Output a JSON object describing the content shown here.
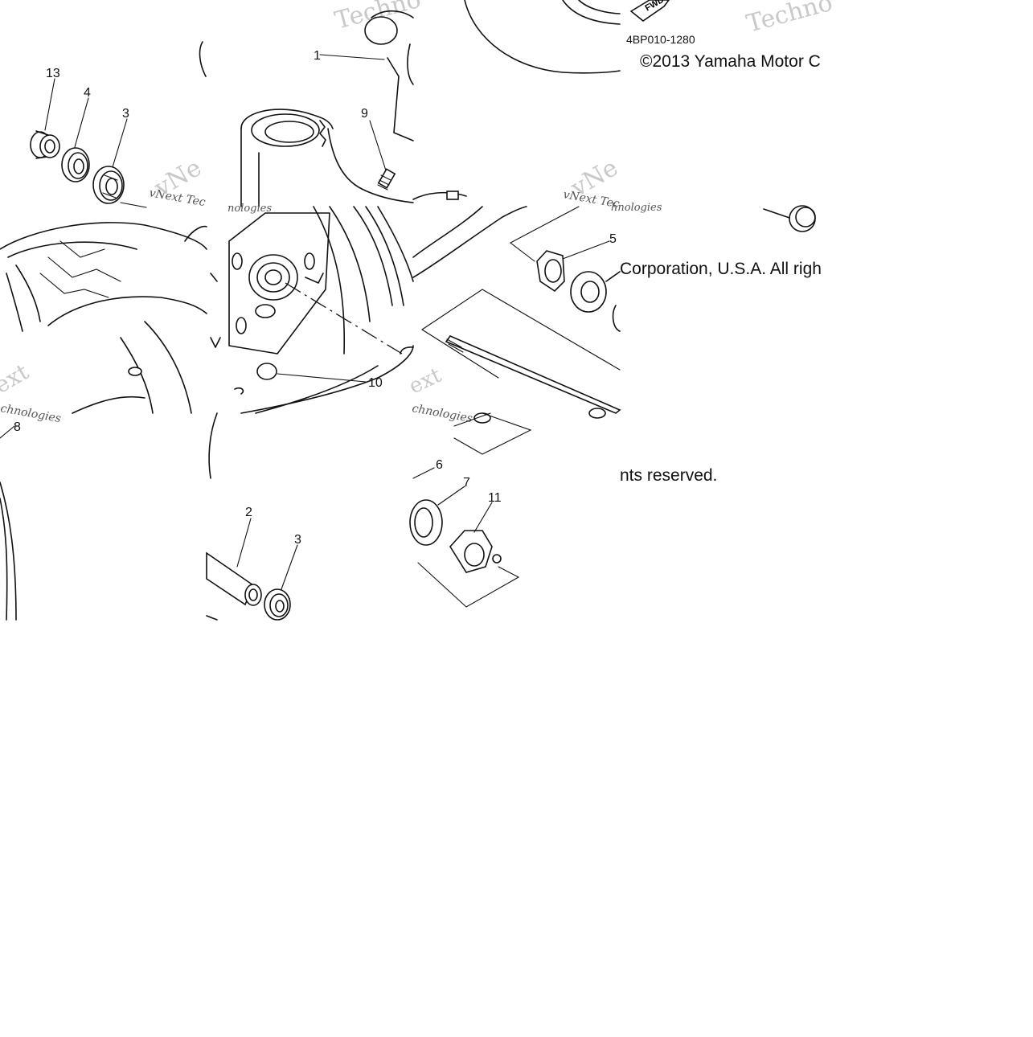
{
  "diagram": {
    "part_numbers": {
      "p1": "1",
      "p2": "2",
      "p3a": "3",
      "p3b": "3",
      "p4": "4",
      "p5": "5",
      "p6": "6",
      "p7": "7",
      "p8": "8",
      "p9": "9",
      "p10": "10",
      "p11": "11",
      "p13": "13"
    },
    "figure_code": "4BP010-1280",
    "arrow_label": "FWD",
    "copyright_fragments": {
      "line1": "©2013 Yamaha Motor C",
      "line2": "Corporation, U.S.A. All righ",
      "line3": "nts reserved."
    },
    "watermarks": {
      "techno_1": "Techno",
      "techno_2": "Techno",
      "vnext_1": "vNext Tec",
      "vnext_2": "vNext Tec",
      "vnext_3": "hnologies",
      "vne_1": "vNe",
      "vne_2": "vNe",
      "ext_1": "ext",
      "ext_2": "ext",
      "technologies_1": "chnologies",
      "technologies_2": "chnologies",
      "nologies_1": "nologies"
    }
  }
}
